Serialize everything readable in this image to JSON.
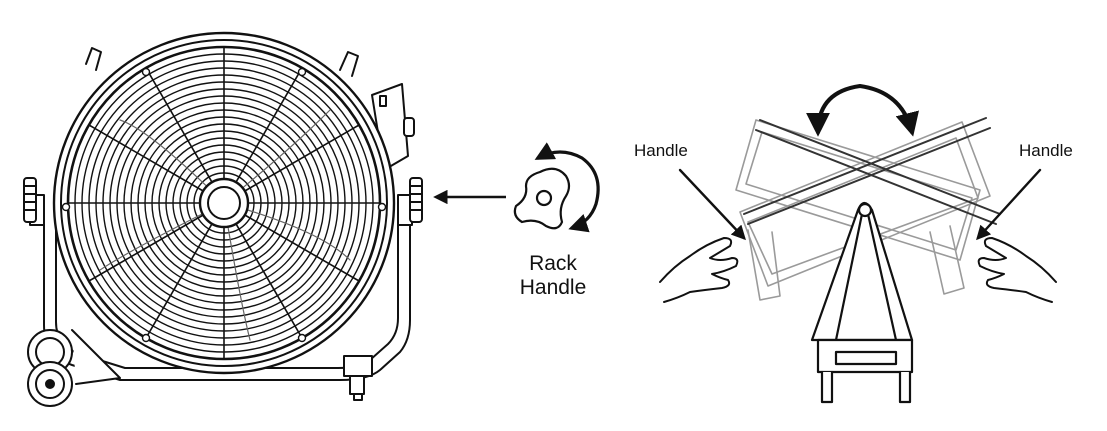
{
  "labels": {
    "rack_handle_line1": "Rack",
    "rack_handle_line2": "Handle",
    "handle_left": "Handle",
    "handle_right": "Handle"
  },
  "colors": {
    "line": "#111111",
    "faint": "#9a9a9a",
    "background": "#ffffff"
  },
  "icons": {
    "rotate_clockwise": "curved-rotation-arrow-icon",
    "tilt": "double-headed-curved-arrow-icon",
    "pointer": "arrow-icon",
    "hand": "hand-icon"
  }
}
